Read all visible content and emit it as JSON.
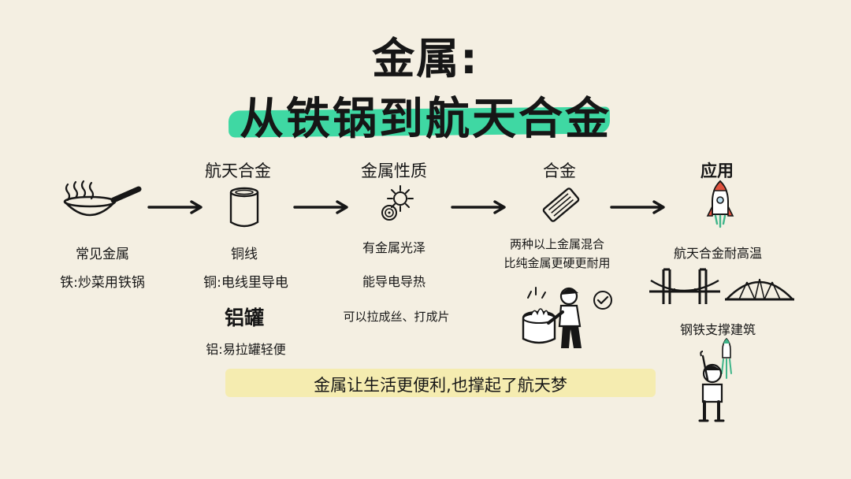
{
  "title": {
    "line1": "金属:",
    "line2": "从铁锅到航天合金"
  },
  "columns": [
    {
      "heading": "",
      "caption": "常见金属",
      "lines": [
        "铁:炒菜用铁锅"
      ]
    },
    {
      "heading": "航天合金",
      "caption": "铜线",
      "lines": [
        "铜:电线里导电"
      ],
      "sub_heading": "铝罐",
      "sub_lines": [
        "铝:易拉罐轻便"
      ]
    },
    {
      "heading": "金属性质",
      "lines": [
        "有金属光泽",
        "能导电导热",
        "可以拉成丝、打成片"
      ]
    },
    {
      "heading": "合金",
      "lines": [
        "两种以上金属混合",
        "比纯金属更硬更耐用"
      ]
    },
    {
      "heading": "应用",
      "lines": [
        "航天合金耐高温",
        "钢铁支撑建筑"
      ]
    }
  ],
  "footer": {
    "text": "金属让生活更便利,也撑起了航天梦"
  },
  "colors": {
    "background": "#f4efe2",
    "title_highlight": "#3fd8a3",
    "footer_highlight": "#f5ecb0",
    "accent_green": "#3fb58a",
    "rocket_red": "#e0523e"
  },
  "icons": [
    "wok-icon",
    "can-icon",
    "shine-icon",
    "alloy-bar-icon",
    "rocket-icon",
    "arrow-icon",
    "check-icon",
    "worker-icon",
    "bridge-icon",
    "child-rocket-icon"
  ]
}
